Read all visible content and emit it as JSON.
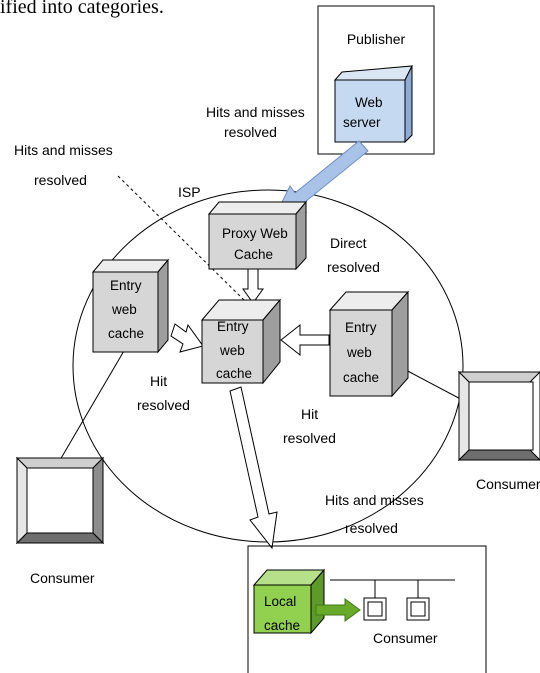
{
  "header_text": "ified into categories.",
  "labels": {
    "publisher": "Publisher",
    "web_server": [
      "Web",
      "server"
    ],
    "hits_misses_top": [
      "Hits and misses",
      "resolved"
    ],
    "hits_misses_left": [
      "Hits and misses",
      "resolved"
    ],
    "isp": "ISP",
    "proxy": [
      "Proxy Web",
      "Cache"
    ],
    "direct": [
      "Direct",
      "resolved"
    ],
    "entry_left": [
      "Entry",
      "web",
      "cache"
    ],
    "entry_center": [
      "Entry",
      "web",
      "cache"
    ],
    "entry_right": [
      "Entry",
      "web",
      "cache"
    ],
    "hit_left": [
      "Hit",
      "resolved"
    ],
    "hit_right": [
      "Hit",
      "resolved"
    ],
    "hits_misses_bottom": [
      "Hits and misses",
      "resolved"
    ],
    "consumer_left": "Consumer",
    "consumer_right": "Consumer",
    "local_cache": [
      "Local",
      "cache"
    ],
    "consumer_lan": "Consumer"
  },
  "colors": {
    "web_server_front": "#c5d9f1",
    "web_server_side": "#8eaad6",
    "gray_front": "#d6d6d6",
    "gray_side": "#9e9e9e",
    "green_front": "#92d050",
    "green_side": "#5e9a2a",
    "arrow_blue": "#a9c3e8",
    "arrow_green": "#6aaa2a"
  }
}
